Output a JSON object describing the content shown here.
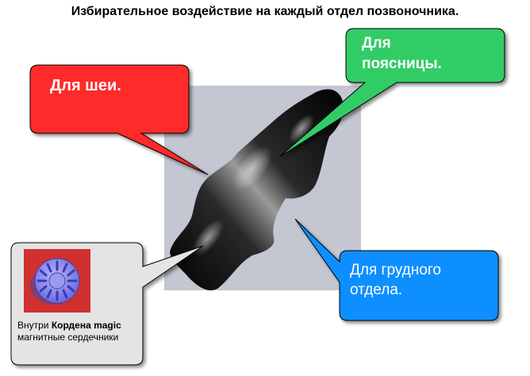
{
  "title": "Избирательное воздействие на каждый отдел позвоночника.",
  "callouts": {
    "neck": "Для шеи.",
    "lumbar_line1": "Для",
    "lumbar_line2": "поясницы.",
    "thoracic": "Для грудного отдела."
  },
  "info_box": {
    "prefix": "Внутри ",
    "product": "Кордена magic",
    "suffix": " магнитные сердечники"
  },
  "colors": {
    "neck": "#ff2a2a",
    "lumbar": "#33cc66",
    "thoracic": "#0a8fff",
    "info": "#e4e4e4",
    "panel": "#c4c6d2"
  }
}
